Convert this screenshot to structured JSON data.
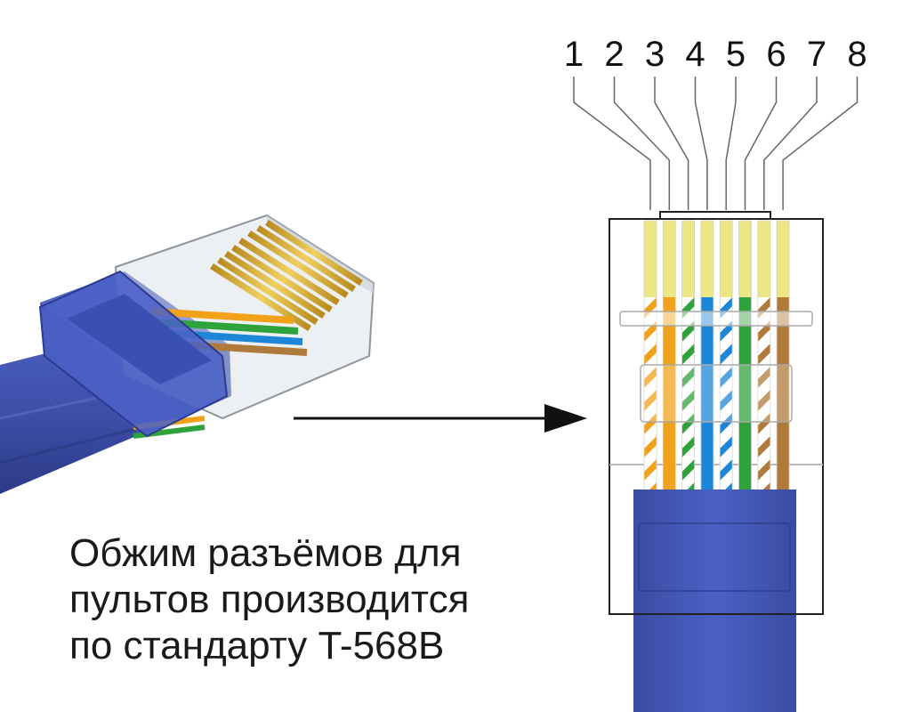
{
  "pin_labels": [
    "1",
    "2",
    "3",
    "4",
    "5",
    "6",
    "7",
    "8"
  ],
  "caption_lines": [
    "Обжим разъёмов для",
    "пультов производится",
    "по стандарту T-568B"
  ],
  "wires": [
    {
      "pin": "1",
      "color": "orange",
      "striped": true,
      "hex": "#f2a21a"
    },
    {
      "pin": "2",
      "color": "orange",
      "striped": false,
      "hex": "#f2a21a"
    },
    {
      "pin": "3",
      "color": "green",
      "striped": true,
      "hex": "#2fa33b"
    },
    {
      "pin": "4",
      "color": "blue",
      "striped": false,
      "hex": "#1e86d6"
    },
    {
      "pin": "5",
      "color": "blue",
      "striped": true,
      "hex": "#1e86d6"
    },
    {
      "pin": "6",
      "color": "green",
      "striped": false,
      "hex": "#2fa33b"
    },
    {
      "pin": "7",
      "color": "brown",
      "striped": true,
      "hex": "#b07a3a"
    },
    {
      "pin": "8",
      "color": "brown",
      "striped": false,
      "hex": "#b07a3a"
    }
  ],
  "colors": {
    "cable_blue": "#3d4fa8",
    "cable_blue_dark": "#2c3a86",
    "contact_yellow": "#ede684",
    "arrow": "#111111",
    "outline": "#222222"
  }
}
